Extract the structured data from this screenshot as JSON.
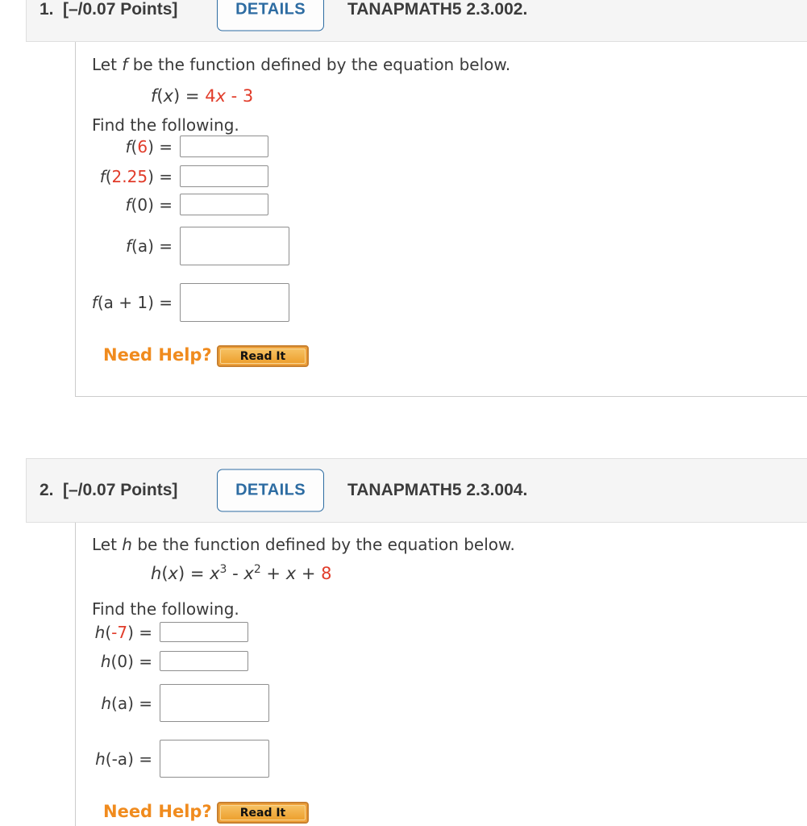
{
  "colors": {
    "red_accent": "#e13c2a",
    "details_blue": "#2d6ca2",
    "help_orange": "#f08b1e",
    "readit_gold": "#efa23b",
    "band_bg": "#f5f5f5",
    "body_text": "#3a3a3a"
  },
  "problems": [
    {
      "number": "1.",
      "points": "[–/0.07 Points]",
      "details_label": "DETAILS",
      "title": "TANAPMATH5 2.3.002.",
      "intro": {
        "pre": "Let ",
        "fn": "f",
        "post": " be the function defined by the equation below."
      },
      "equation": {
        "fn": "f",
        "lp": "(",
        "var": "x",
        "rp": ") = ",
        "red1": "4",
        "redx": "x",
        "red2": " - 3"
      },
      "find_label": "Find the following.",
      "rows": [
        {
          "fn": "f",
          "open": "(",
          "arg": "6",
          "close": ") =",
          "arg_style": "color:#e13c2a",
          "value": ""
        },
        {
          "fn": "f",
          "open": "(",
          "arg": "2.25",
          "close": ") =",
          "arg_style": "color:#e13c2a",
          "value": ""
        },
        {
          "fn": "f",
          "open": "(",
          "arg": "0",
          "close": ") =",
          "arg_style": "color:#3a3a3a",
          "value": ""
        },
        {
          "fn": "f",
          "open": "(",
          "arg": "a",
          "close": ") =",
          "arg_style": "color:#3a3a3a",
          "value": ""
        },
        {
          "fn": "f",
          "open": "(",
          "arg": "a + 1",
          "close": ") =",
          "arg_style": "color:#3a3a3a",
          "value": ""
        }
      ],
      "need_help": {
        "label": "Need Help?",
        "button": "Read It"
      }
    },
    {
      "number": "2.",
      "points": "[–/0.07 Points]",
      "details_label": "DETAILS",
      "title": "TANAPMATH5 2.3.004.",
      "intro": {
        "pre": "Let ",
        "fn": "h",
        "post": " be the function defined by the equation below."
      },
      "equation": {
        "fn": "h",
        "lp": "(",
        "var": "x",
        "rp": ") = ",
        "t1": "x",
        "e1": "3",
        "m1": " - ",
        "t2": "x",
        "e2": "2",
        "m2": " + ",
        "t3": "x",
        "m3": " + ",
        "red": "8"
      },
      "find_label": "Find the following.",
      "rows": [
        {
          "fn": "h",
          "open": "(",
          "arg": "-7",
          "close": ") =",
          "arg_style": "color:#e13c2a",
          "value": ""
        },
        {
          "fn": "h",
          "open": "(",
          "arg": "0",
          "close": ") =",
          "arg_style": "color:#3a3a3a",
          "value": ""
        },
        {
          "fn": "h",
          "open": "(",
          "arg": "a",
          "close": ") =",
          "arg_style": "color:#3a3a3a",
          "value": ""
        },
        {
          "fn": "h",
          "open": "(",
          "arg": "-a",
          "close": ") =",
          "arg_style": "color:#3a3a3a",
          "value": ""
        }
      ],
      "need_help": {
        "label": "Need Help?",
        "button": "Read It"
      }
    }
  ]
}
